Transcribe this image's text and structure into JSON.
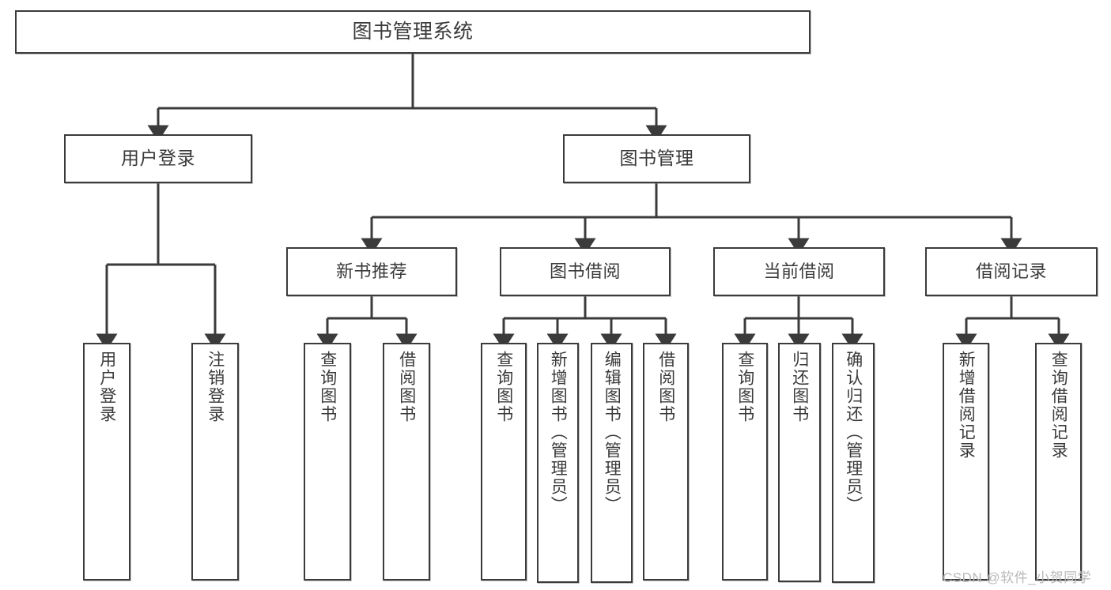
{
  "diagram": {
    "type": "tree",
    "title": "图书管理系统",
    "orientation": "top-down",
    "colors": {
      "node_border": "#3b3b3b",
      "node_fill": "#ffffff",
      "edge": "#3b3b3b",
      "text": "#3a3a3a",
      "watermark": "#b9b9b9",
      "background": "#ffffff"
    },
    "root": {
      "id": "root",
      "label": "图书管理系统"
    },
    "level1": [
      {
        "id": "user-login",
        "label": "用户登录"
      },
      {
        "id": "book-manage",
        "label": "图书管理"
      }
    ],
    "level2": [
      {
        "id": "new-book-recommend",
        "label": "新书推荐",
        "parent": "book-manage"
      },
      {
        "id": "book-borrow",
        "label": "图书借阅",
        "parent": "book-manage"
      },
      {
        "id": "current-borrow",
        "label": "当前借阅",
        "parent": "book-manage"
      },
      {
        "id": "borrow-record",
        "label": "借阅记录",
        "parent": "book-manage"
      }
    ],
    "leaves": [
      {
        "id": "leaf-user-login",
        "label": "用户登录",
        "parent": "user-login"
      },
      {
        "id": "leaf-user-logout",
        "label": "注销登录",
        "parent": "user-login"
      },
      {
        "id": "leaf-query-book-rec",
        "label": "查询图书",
        "parent": "new-book-recommend"
      },
      {
        "id": "leaf-borrow-book-rec",
        "label": "借阅图书",
        "parent": "new-book-recommend"
      },
      {
        "id": "leaf-query-book-borrow",
        "label": "查询图书",
        "parent": "book-borrow"
      },
      {
        "id": "leaf-add-book-admin",
        "label": "新增图书（管理员）",
        "parent": "book-borrow"
      },
      {
        "id": "leaf-edit-book-admin",
        "label": "编辑图书（管理员）",
        "parent": "book-borrow"
      },
      {
        "id": "leaf-borrow-book",
        "label": "借阅图书",
        "parent": "book-borrow"
      },
      {
        "id": "leaf-query-book-cur",
        "label": "查询图书",
        "parent": "current-borrow"
      },
      {
        "id": "leaf-return-book",
        "label": "归还图书",
        "parent": "current-borrow"
      },
      {
        "id": "leaf-confirm-return-admin",
        "label": "确认归还（管理员）",
        "parent": "current-borrow"
      },
      {
        "id": "leaf-add-borrow-record",
        "label": "新增借阅记录",
        "parent": "borrow-record"
      },
      {
        "id": "leaf-query-borrow-record",
        "label": "查询借阅记录",
        "parent": "borrow-record"
      }
    ]
  },
  "watermark": {
    "text": "CSDN @软件_小贺同学"
  }
}
